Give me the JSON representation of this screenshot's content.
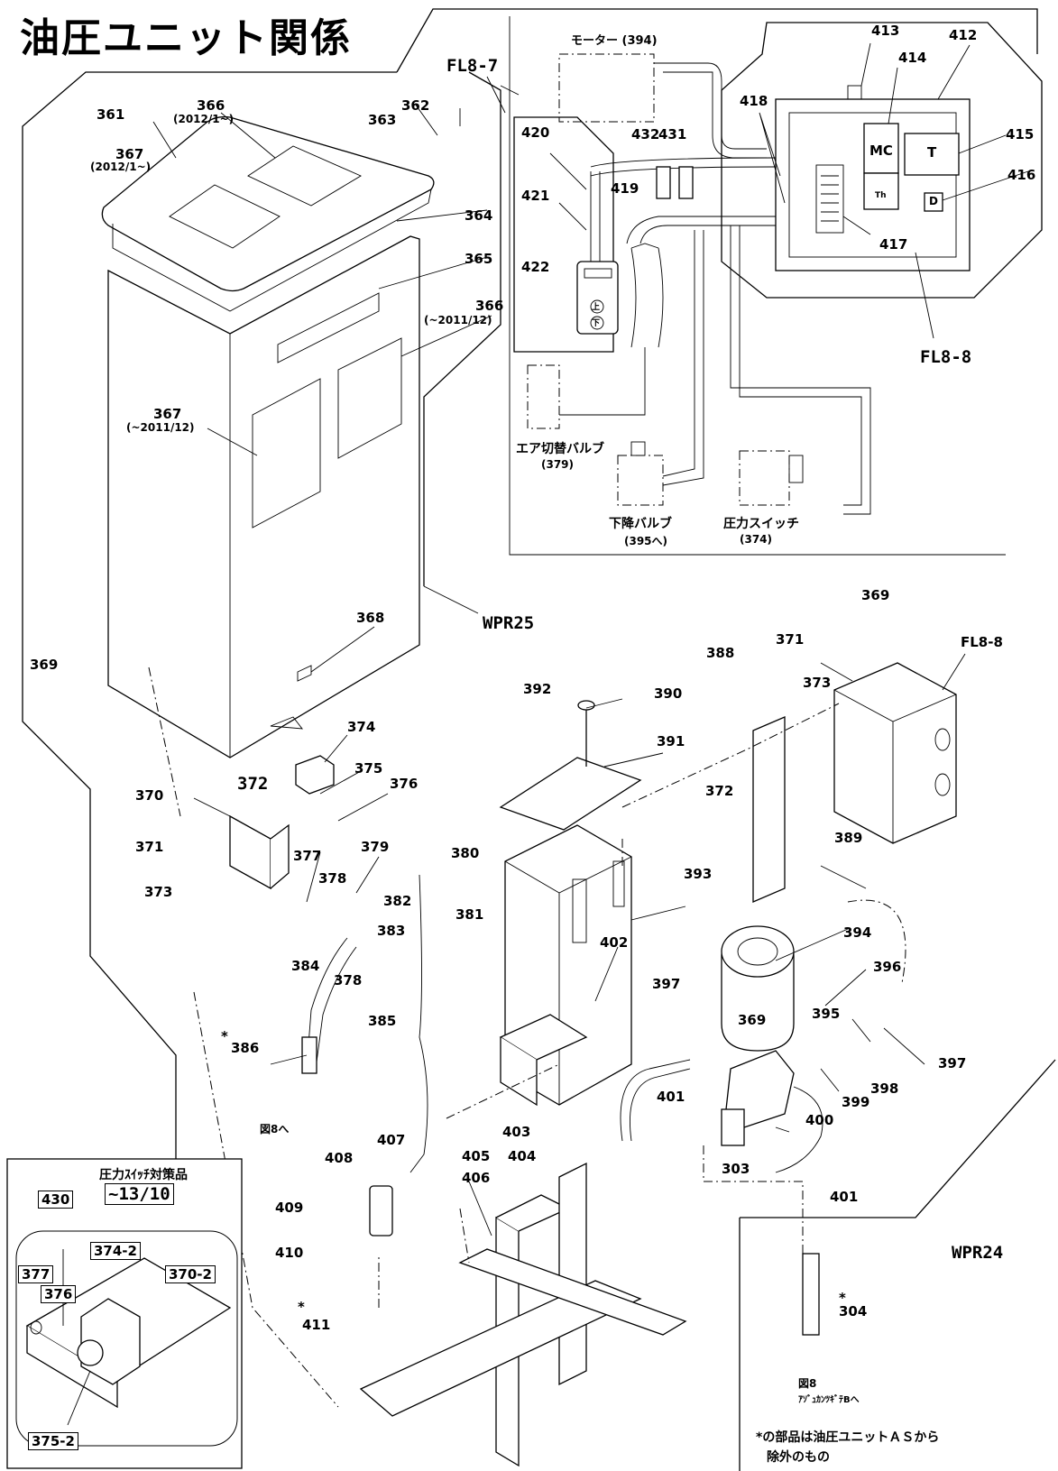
{
  "page_title": "油圧ユニット関係",
  "group_labels": {
    "wpr25": "WPR25",
    "wpr24": "WPR24",
    "fl8_7": "FL8-7",
    "fl8_8": "FL8-8",
    "fl8_8_ref": "FL8-8"
  },
  "callouts_top": {
    "p361": "361",
    "p362": "362",
    "p363": "363",
    "p364": "364",
    "p365": "365",
    "p366a": "366",
    "p366a_note": "(2012/1~)",
    "p366b": "366",
    "p366b_note": "(~2011/12)",
    "p367a": "367",
    "p367a_note": "(2012/1~)",
    "p367b": "367",
    "p367b_note": "(~2011/12)",
    "p368": "368",
    "p369": "369"
  },
  "callouts_wiring": {
    "motor": "モーター (394)",
    "p412": "412",
    "p413": "413",
    "p414": "414",
    "p415": "415",
    "p416": "416",
    "p417": "417",
    "p418": "418",
    "p419": "419",
    "p420": "420",
    "p421": "421",
    "p422": "422",
    "p432": "432",
    "p431": "431",
    "mc": "MC",
    "t": "T",
    "th": "Th",
    "d": "D",
    "pendant_up": "上",
    "pendant_down": "下",
    "air_valve": "エア切替バルブ",
    "air_valve_ref": "(379)",
    "down_valve": "下降バルブ",
    "down_valve_ref": "(395へ)",
    "pressure_switch": "圧力スイッチ",
    "pressure_switch_ref": "(374)"
  },
  "callouts_mid": {
    "p369b": "369",
    "p369c": "369",
    "p370": "370",
    "p371": "371",
    "p371b": "371",
    "p372": "372",
    "p372b": "372",
    "p373": "373",
    "p373b": "373",
    "p374": "374",
    "p375": "375",
    "p376": "376",
    "p377": "377",
    "p378": "378",
    "p378b": "378",
    "p379": "379",
    "p380": "380",
    "p381": "381",
    "p382": "382",
    "p383": "383",
    "p384": "384",
    "p385": "385",
    "p386": "386",
    "p386_star": "*",
    "fig8": "図8へ",
    "p388": "388",
    "p389": "389",
    "p390": "390",
    "p391": "391",
    "p392": "392",
    "p393": "393",
    "p394": "394",
    "p395": "395",
    "p396": "396",
    "p397": "397",
    "p397b": "397",
    "p398": "398",
    "p399": "399",
    "p400": "400",
    "p401": "401",
    "p401b": "401",
    "p402": "402",
    "p403": "403",
    "p404": "404",
    "p405": "405",
    "p406": "406",
    "p407": "407",
    "p408": "408",
    "p409": "409",
    "p410": "410",
    "p411": "411",
    "p411_star": "*",
    "p303": "303",
    "p304": "304",
    "p304_star": "*",
    "fig8b": "図8",
    "fig8b_sub": "ｱｿﾞｭｶﾝﾂｷﾞﾃBへ"
  },
  "inset": {
    "title": "圧力ｽｲｯﾁ対策品",
    "date": "~13/10",
    "p430": "430",
    "p374_2": "374-2",
    "p370_2": "370-2",
    "p377": "377",
    "p376": "376",
    "p375_2": "375-2"
  },
  "footnote": {
    "line1": "*の部品は油圧ユニットＡＳから",
    "line2": "除外のもの"
  }
}
